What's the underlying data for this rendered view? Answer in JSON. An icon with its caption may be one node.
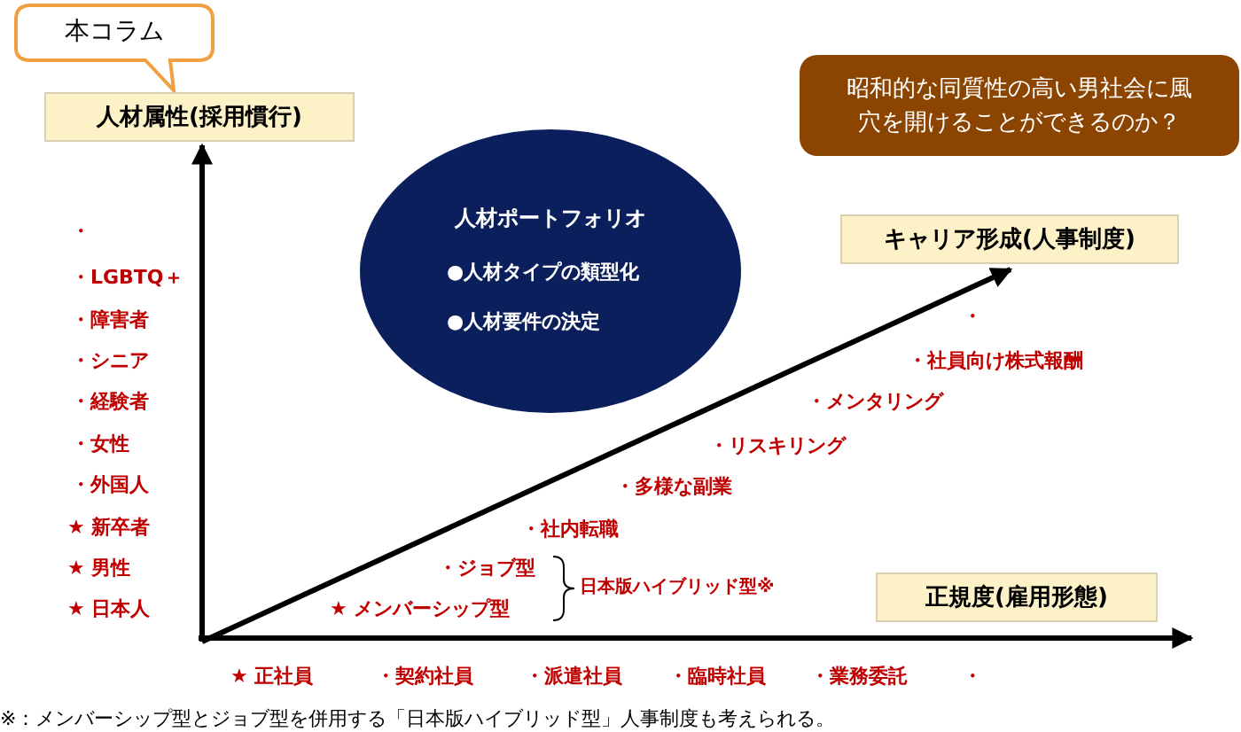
{
  "diagram": {
    "nodes": [
      {
        "text": [
          "本コラム"
        ]
      },
      {
        "text": [
          "人材属性(採用慣行)"
        ]
      },
      {
        "text": [
          "キャリア形成(人事制度)"
        ]
      },
      {
        "text": [
          "正規度(雇用形態)"
        ]
      },
      {
        "text": [
          "人材ポートフォリオ",
          "●人材タイプの類型化",
          "●人材要件の決定"
        ]
      },
      {
        "text": [
          "昭和的な同質性の高い男社会に風穴を開けることができるのか？"
        ]
      }
    ],
    "edges": [
      {
        "from": null,
        "to": 1,
        "arrow": "to"
      },
      {
        "from": null,
        "to": 2,
        "arrow": "to"
      },
      {
        "from": null,
        "to": 3,
        "arrow": "to"
      }
    ],
    "labels": [
      "・",
      "・LGBTQ＋",
      "・障害者",
      "・シニア",
      "・経験者",
      "・女性",
      "・外国人",
      "★ 新卒者",
      "★ 男性",
      "★ 日本人",
      "・",
      "・社員向け株式報酬",
      "・メンタリング",
      "・リスキリング",
      "・多様な副業",
      "・社内転職",
      "・ジョブ型",
      "★ メンバーシップ型",
      "日本版ハイブリッド型※",
      "★ 正社員",
      "・契約社員",
      "・派遣社員",
      "・臨時社員",
      "・業務委託",
      "・",
      "※：メンバーシップ型とジョブ型を併用する「日本版ハイブリッド型」人事制度も考えられる。"
    ]
  }
}
